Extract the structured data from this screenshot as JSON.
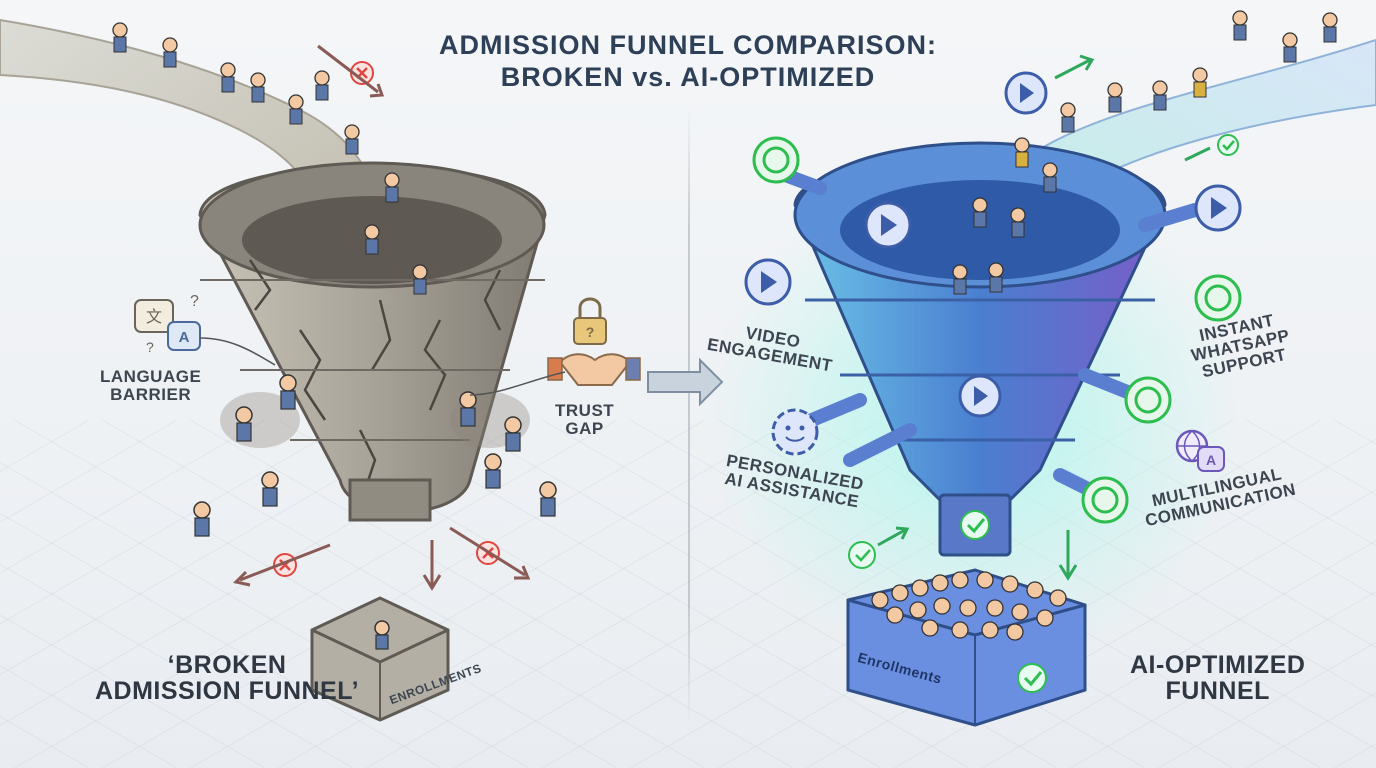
{
  "header": {
    "title_line1": "ADMISSION FUNNEL COMPARISON:",
    "title_line2": "BROKEN vs. AI-OPTIMIZED"
  },
  "left": {
    "label": [
      "‘BROKEN",
      "ADMISSION FUNNEL’"
    ],
    "callouts": {
      "language_barrier": [
        "LANGUAGE",
        "BARRIER"
      ],
      "trust_gap": [
        "TRUST",
        "GAP"
      ]
    },
    "bucket_label": "ENROLLMENTS"
  },
  "right": {
    "label": [
      "AI-OPTIMIZED",
      "FUNNEL"
    ],
    "callouts": {
      "video_engagement": [
        "VIDEO",
        "ENGAGEMENT"
      ],
      "instant_whatsapp": [
        "INSTANT",
        "WHATSAPP",
        "SUPPORT"
      ],
      "personalized_ai": [
        "PERSONALIZED",
        "AI ASSISTANCE"
      ],
      "multilingual": [
        "MULTILINGUAL",
        "COMMUNICATION"
      ]
    },
    "bucket_label": "Enrollments"
  },
  "colors": {
    "stone": "#a39f97",
    "stone_dark": "#6f6b64",
    "blue_funnel": "#4a7fd0",
    "purple_funnel": "#7a5cc8",
    "glow": "#7fe6d8",
    "whatsapp": "#2ebd4f",
    "error": "#e0463f",
    "title": "#2e4057"
  },
  "icons": [
    "translate-icon",
    "lock-icon",
    "handshake-icon",
    "play-icon",
    "whatsapp-icon",
    "gear-smile-icon",
    "globe-chat-icon",
    "check-icon",
    "x-icon",
    "arrow-icon"
  ]
}
